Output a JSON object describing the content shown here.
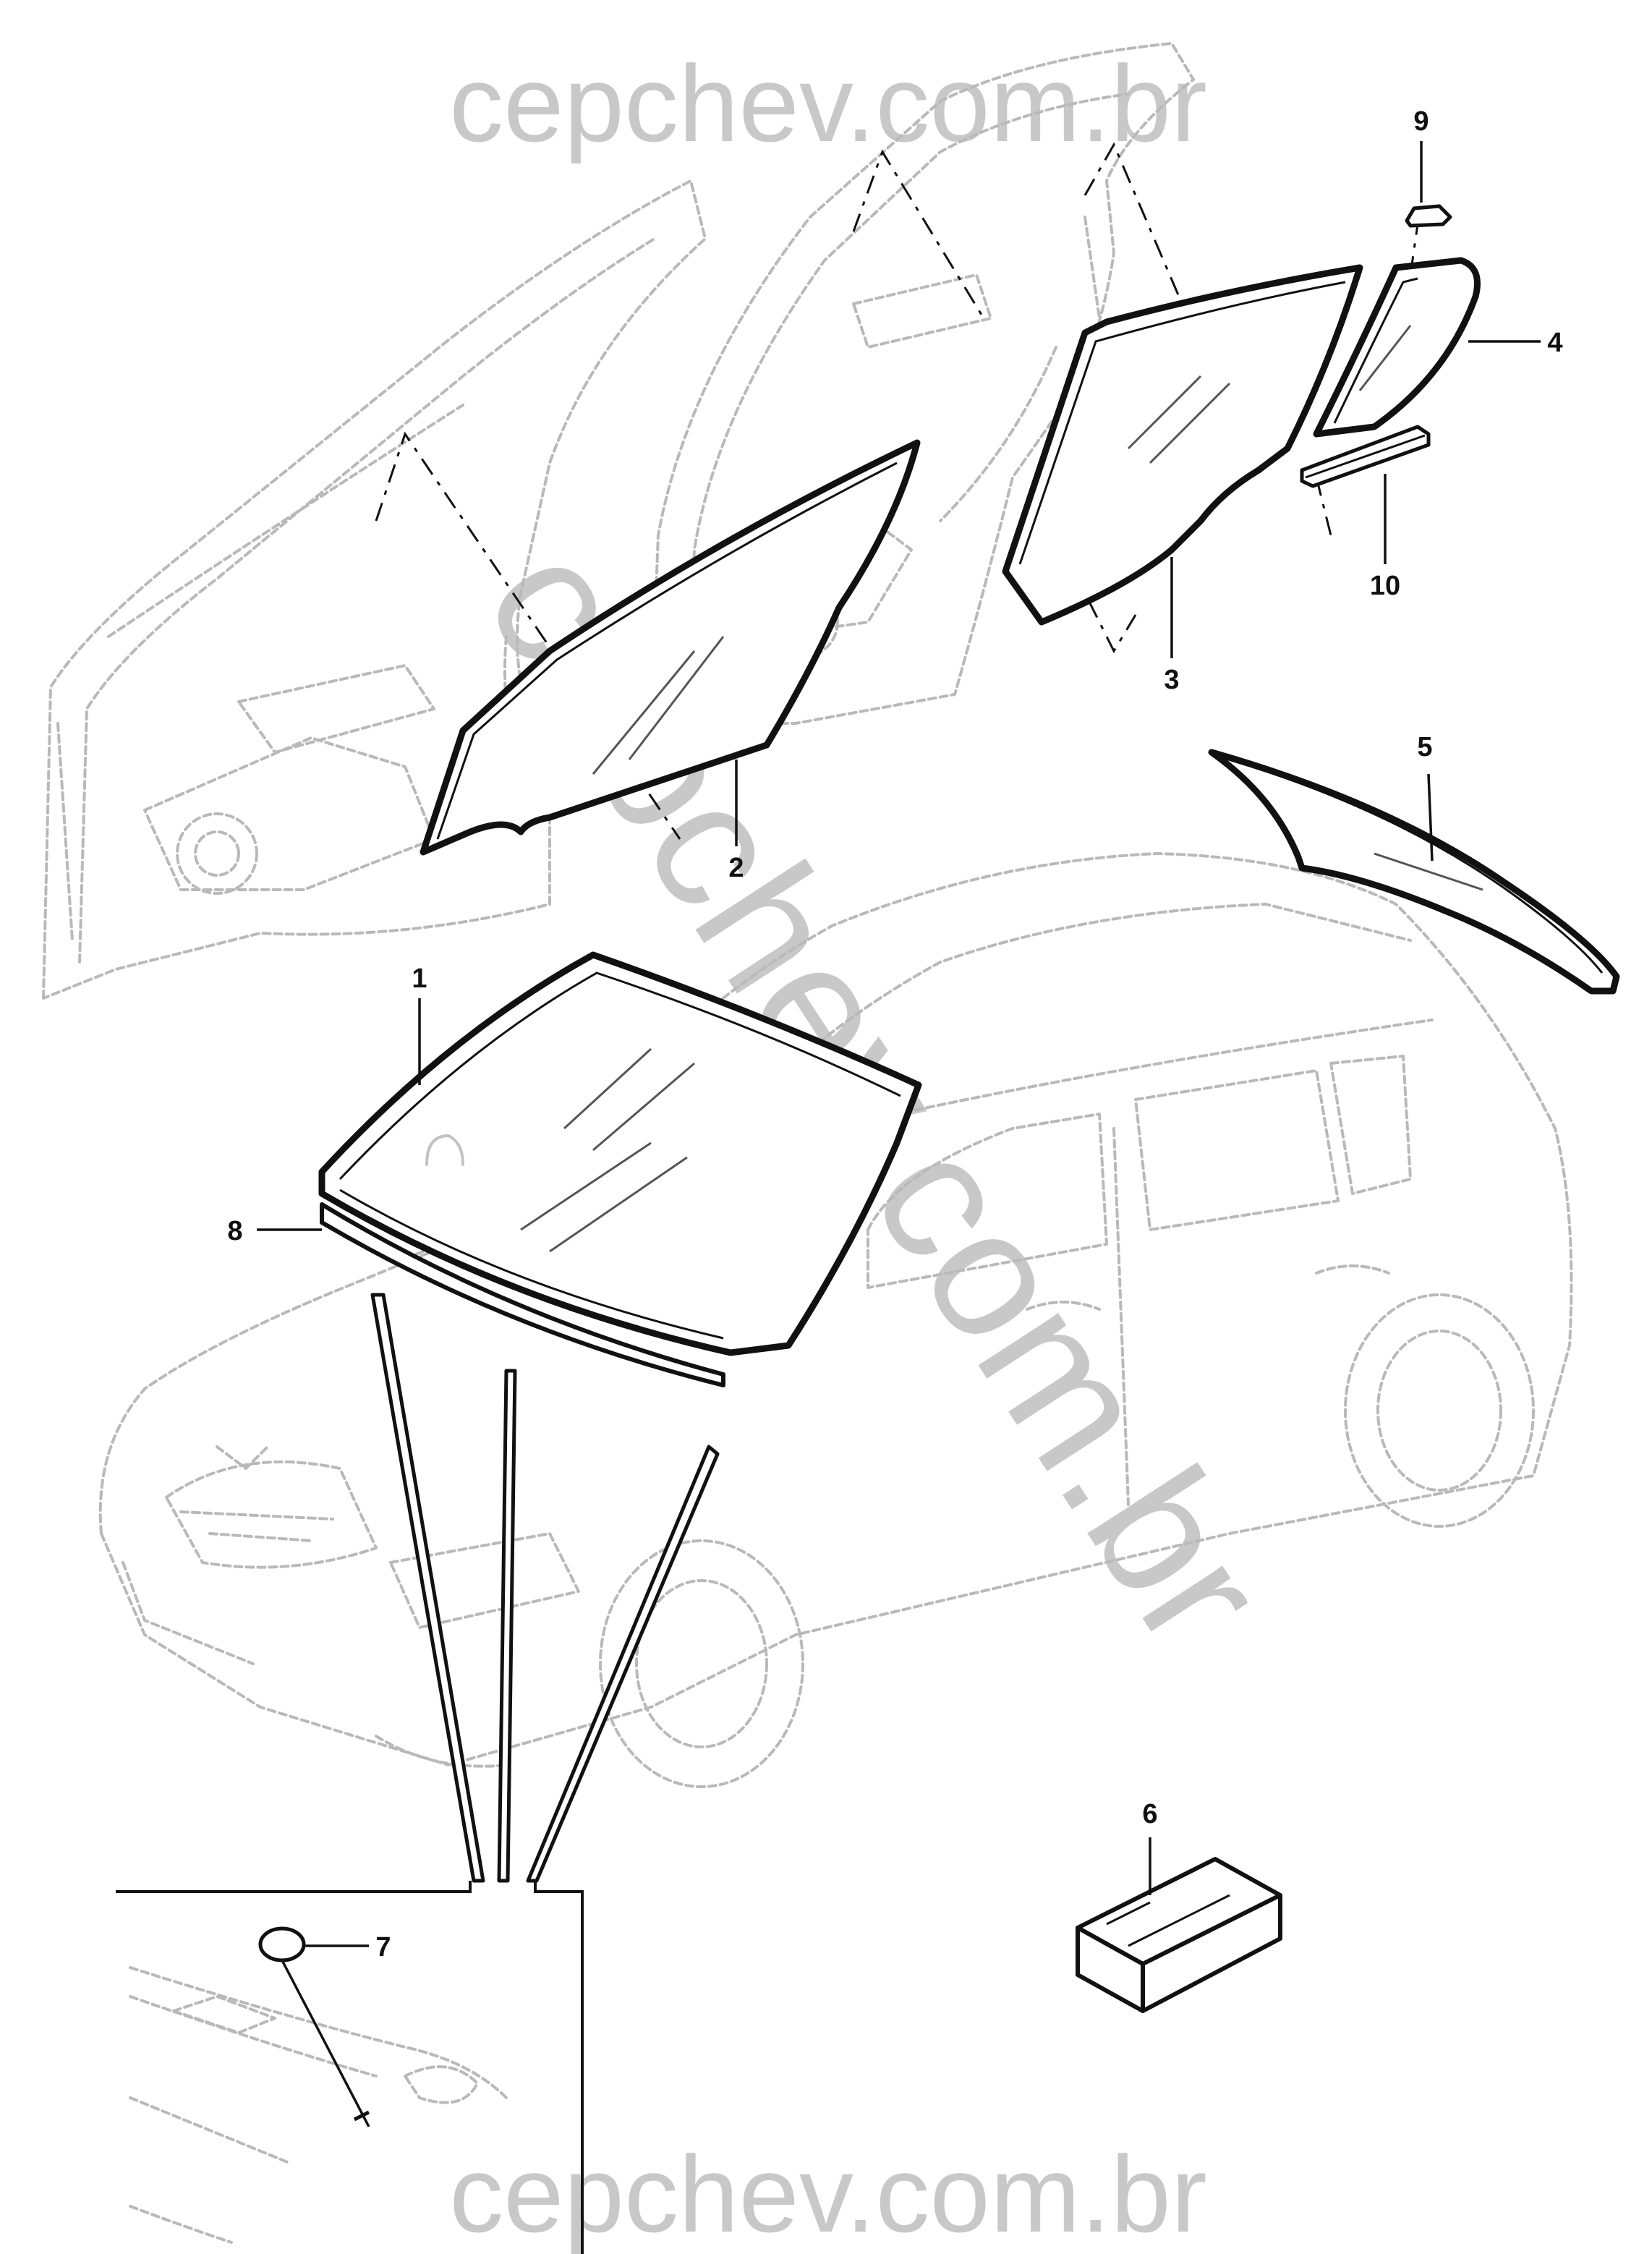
{
  "watermark": {
    "top": "cepchev.com.br",
    "diagonal": "cepchev.com.br",
    "bottom": "cepchev.com.br",
    "color": "#c8c8c8"
  },
  "callouts": [
    "1",
    "2",
    "3",
    "4",
    "5",
    "6",
    "7",
    "8",
    "9",
    "10"
  ],
  "colors": {
    "line": "#111111",
    "ghost": "#b9b9b9",
    "background": "#ffffff"
  }
}
